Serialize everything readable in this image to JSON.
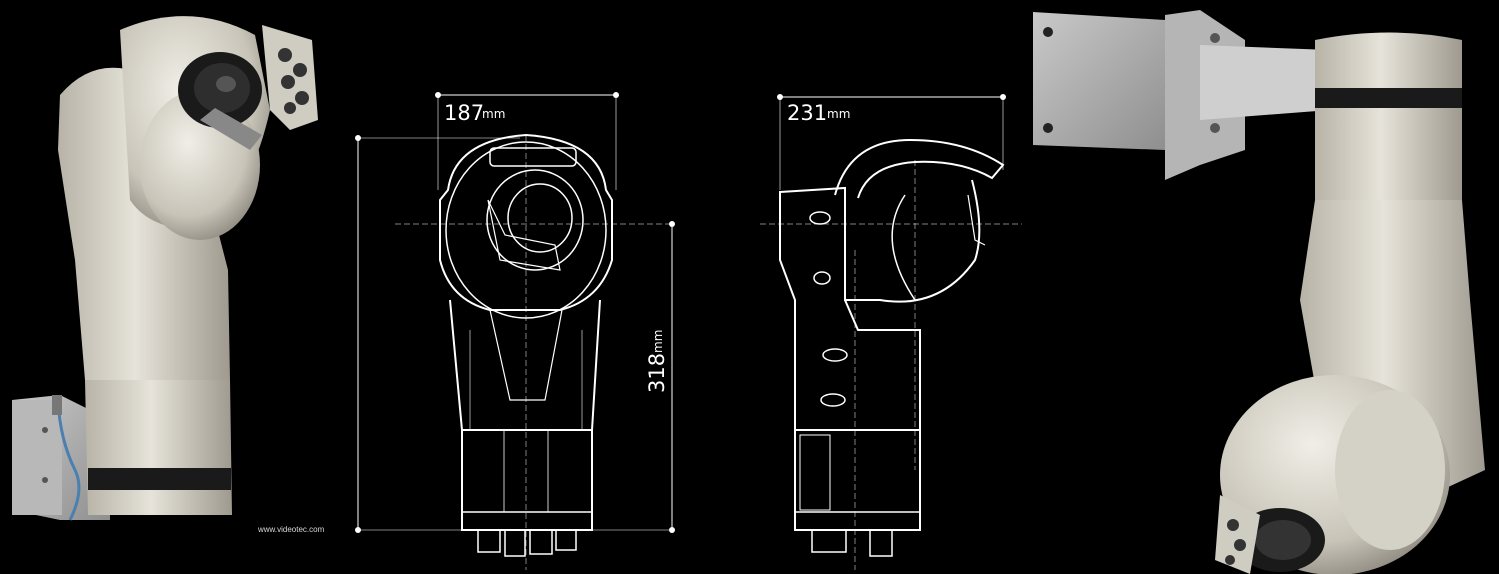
{
  "dimensions": {
    "front_width": {
      "value": "187",
      "unit": "mm"
    },
    "side_width": {
      "value": "231",
      "unit": "mm"
    },
    "height": {
      "value": "318",
      "unit": "mm"
    }
  },
  "brand_url": "www.videotec.com",
  "colors": {
    "background": "#000000",
    "housing": "#d9d6cc",
    "housing_shadow": "#a8a498",
    "drawing_line": "#ffffff",
    "band": "#1a1a1a"
  },
  "icons": [
    "ptz-camera-photo-left",
    "ptz-camera-photo-right",
    "front-view-drawing",
    "side-view-drawing"
  ]
}
